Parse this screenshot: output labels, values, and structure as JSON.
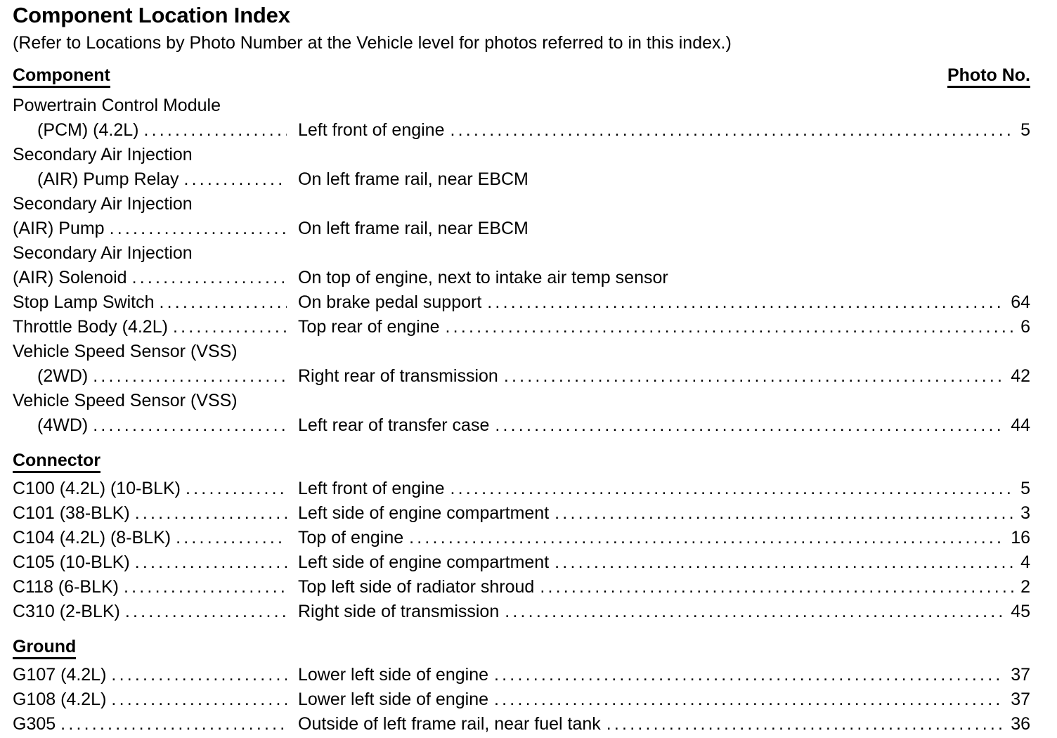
{
  "document": {
    "title": "Component Location Index",
    "subtitle": "(Refer to Locations by Photo Number at the Vehicle level for photos referred to in this index.)",
    "column_headers": {
      "left": "Component",
      "right": "Photo No."
    }
  },
  "sections": [
    {
      "heading": null,
      "heading_is_column_header": true,
      "rows": [
        {
          "name": "Powertrain Control Module",
          "indent": false,
          "leader": false,
          "location": null,
          "photo": null
        },
        {
          "name": "(PCM) (4.2L)",
          "indent": true,
          "leader": true,
          "location": "Left front of engine",
          "photo": "5"
        },
        {
          "name": "Secondary Air Injection",
          "indent": false,
          "leader": false,
          "location": null,
          "photo": null
        },
        {
          "name": "(AIR) Pump Relay",
          "indent": true,
          "leader": true,
          "location": "On left frame rail, near EBCM",
          "photo": null
        },
        {
          "name": "Secondary Air Injection",
          "indent": false,
          "leader": false,
          "location": null,
          "photo": null
        },
        {
          "name": "(AIR) Pump",
          "indent": false,
          "leader": true,
          "location": "On left frame rail, near EBCM",
          "photo": null
        },
        {
          "name": "Secondary Air Injection",
          "indent": false,
          "leader": false,
          "location": null,
          "photo": null
        },
        {
          "name": "(AIR) Solenoid",
          "indent": false,
          "leader": true,
          "location": "On top of engine, next to intake air temp sensor",
          "photo": null
        },
        {
          "name": "Stop Lamp Switch",
          "indent": false,
          "leader": true,
          "location": "On brake pedal support",
          "photo": "64"
        },
        {
          "name": "Throttle Body (4.2L)",
          "indent": false,
          "leader": true,
          "location": "Top rear of engine",
          "photo": "6"
        },
        {
          "name": "Vehicle Speed Sensor (VSS)",
          "indent": false,
          "leader": false,
          "location": null,
          "photo": null
        },
        {
          "name": "(2WD)",
          "indent": true,
          "leader": true,
          "location": "Right rear of transmission",
          "photo": "42"
        },
        {
          "name": "Vehicle Speed Sensor (VSS)",
          "indent": false,
          "leader": false,
          "location": null,
          "photo": null
        },
        {
          "name": "(4WD)",
          "indent": true,
          "leader": true,
          "location": "Left rear of transfer case",
          "photo": "44"
        }
      ]
    },
    {
      "heading": "Connector",
      "heading_is_column_header": false,
      "rows": [
        {
          "name": "C100 (4.2L) (10-BLK)",
          "indent": false,
          "leader": true,
          "location": "Left front of engine",
          "photo": "5"
        },
        {
          "name": "C101 (38-BLK)",
          "indent": false,
          "leader": true,
          "location": "Left side of engine compartment",
          "photo": "3"
        },
        {
          "name": "C104 (4.2L) (8-BLK)",
          "indent": false,
          "leader": true,
          "location": "Top of engine",
          "photo": "16"
        },
        {
          "name": "C105 (10-BLK)",
          "indent": false,
          "leader": true,
          "location": "Left side of engine compartment",
          "photo": "4"
        },
        {
          "name": "C118 (6-BLK)",
          "indent": false,
          "leader": true,
          "location": "Top left side of radiator shroud",
          "photo": "2"
        },
        {
          "name": "C310 (2-BLK)",
          "indent": false,
          "leader": true,
          "location": "Right side of transmission",
          "photo": "45"
        }
      ]
    },
    {
      "heading": "Ground",
      "heading_is_column_header": false,
      "rows": [
        {
          "name": "G107 (4.2L)",
          "indent": false,
          "leader": true,
          "location": "Lower left side of engine",
          "photo": "37"
        },
        {
          "name": "G108 (4.2L)",
          "indent": false,
          "leader": true,
          "location": "Lower left side of engine",
          "photo": "37"
        },
        {
          "name": "G305",
          "indent": false,
          "leader": true,
          "location": "Outside of left frame rail, near fuel tank",
          "photo": "36"
        }
      ]
    }
  ]
}
